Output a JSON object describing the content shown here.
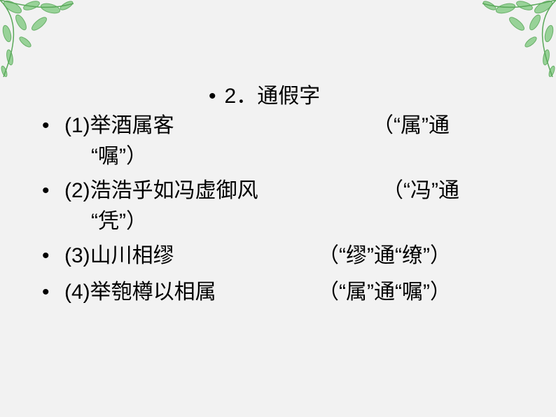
{
  "slide": {
    "title": "2．通假字",
    "bullet": "•",
    "items": [
      {
        "text": "(1)举酒属客",
        "note": "（“属”通",
        "cont": "“嘱”）"
      },
      {
        "text": "(2)浩浩乎如冯虚御风",
        "note": "（“冯”通",
        "cont": "“凭”）"
      },
      {
        "text": "(3)山川相缪",
        "note": "（“缪”通“缭”）"
      },
      {
        "text": "(4)举匏樽以相属",
        "note": "（“属”通“嘱”）"
      }
    ]
  },
  "decor": {
    "leaf_color": "#8fcf8f",
    "leaf_dark": "#5aa85a"
  }
}
